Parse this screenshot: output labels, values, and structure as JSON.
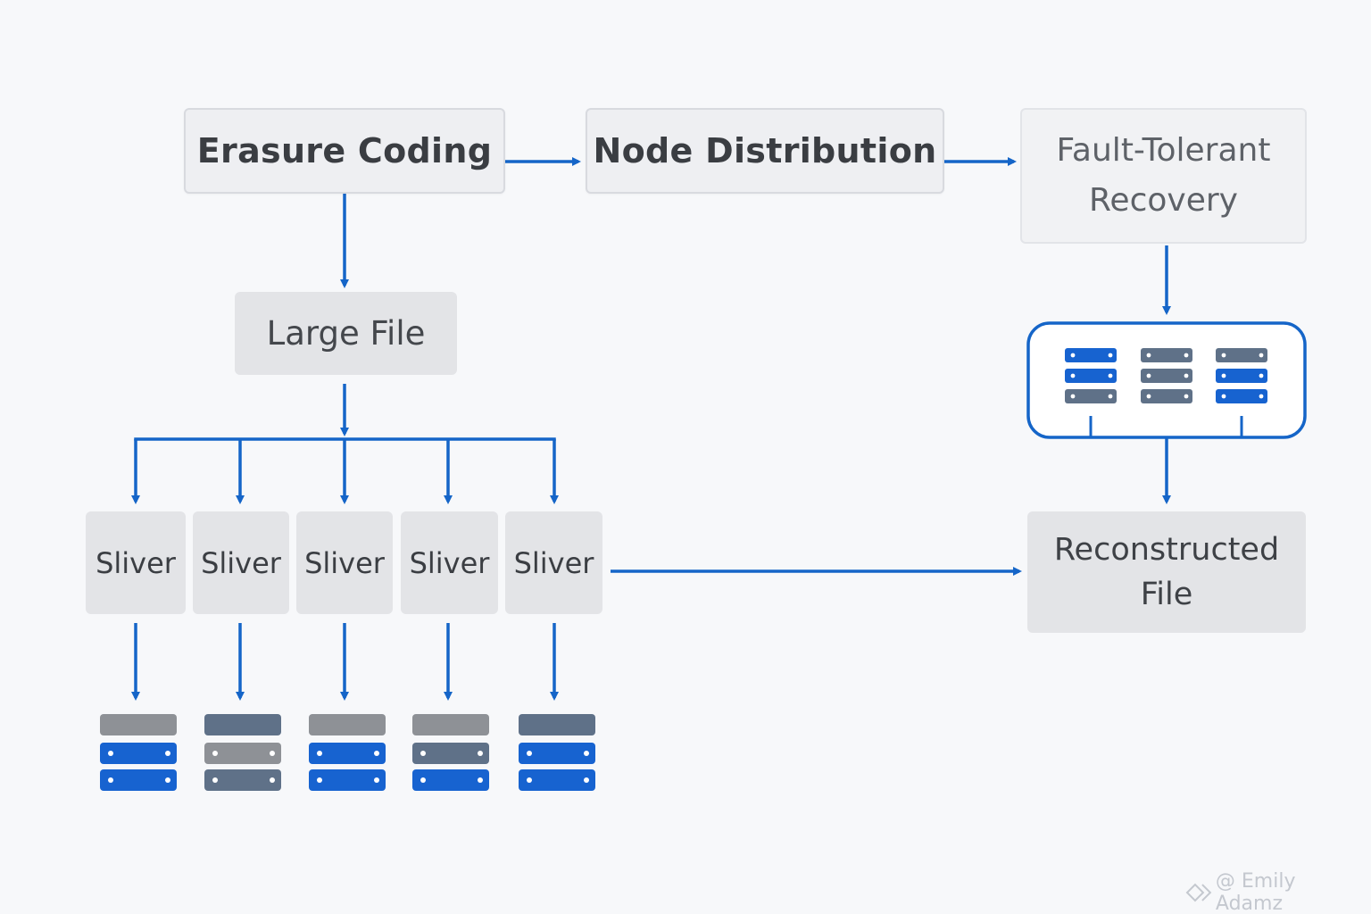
{
  "nodes": {
    "erasure_coding": "Erasure Coding",
    "node_distribution": "Node Distribution",
    "fault_tolerant_line1": "Fault-Tolerant",
    "fault_tolerant_line2": "Recovery",
    "large_file": "Large File",
    "slivers": [
      "Sliver",
      "Sliver",
      "Sliver",
      "Sliver",
      "Sliver"
    ],
    "reconstructed_line1": "Reconstructed",
    "reconstructed_line2": "File"
  },
  "storage_stacks": [
    [
      "gray",
      "blue",
      "blue"
    ],
    [
      "slate",
      "gray",
      "slate"
    ],
    [
      "gray",
      "blue",
      "blue"
    ],
    [
      "gray",
      "slate",
      "blue"
    ],
    [
      "slate",
      "blue",
      "blue"
    ]
  ],
  "recovery_pool_stacks": [
    [
      "blue",
      "blue",
      "slate"
    ],
    [
      "slate",
      "slate",
      "slate"
    ],
    [
      "slate",
      "blue",
      "blue"
    ]
  ],
  "colors": {
    "arrow": "#1565c8",
    "blue": "#1763d0",
    "slate": "#5f7188",
    "gray": "#8e9196"
  },
  "watermark": "@ Emily Adamz"
}
